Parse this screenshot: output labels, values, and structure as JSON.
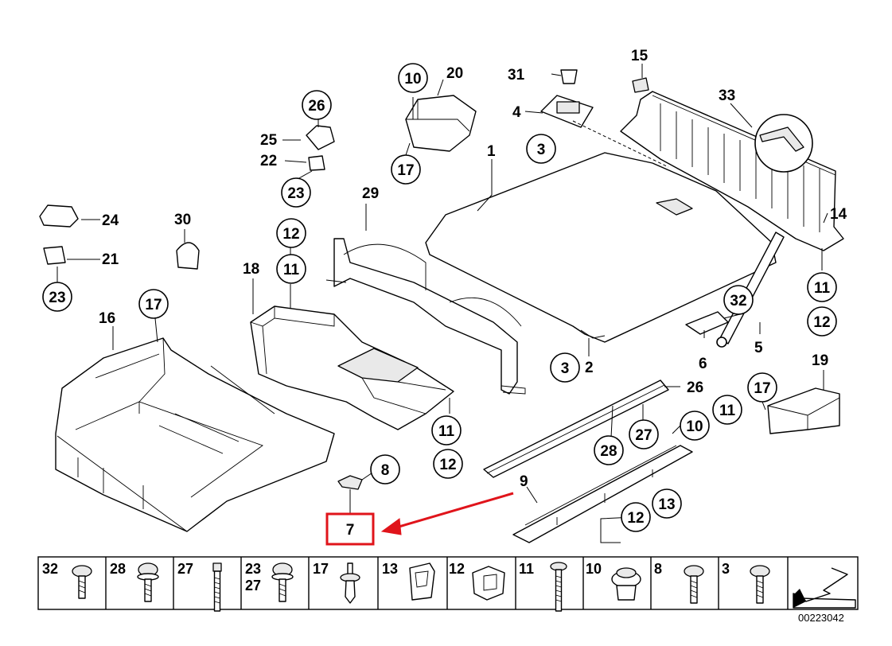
{
  "callouts": {
    "c1": "1",
    "c2": "2",
    "c3a": "3",
    "c3b": "3",
    "c4": "4",
    "c5": "5",
    "c6": "6",
    "c7": "7",
    "c8": "8",
    "c9": "9",
    "c10a": "10",
    "c10b": "10",
    "c11a": "11",
    "c11b": "11",
    "c11c": "11",
    "c11d": "11",
    "c12a": "12",
    "c12b": "12",
    "c12c": "12",
    "c12d": "12",
    "c13": "13",
    "c14": "14",
    "c15": "15",
    "c16": "16",
    "c17a": "17",
    "c17b": "17",
    "c17c": "17",
    "c18": "18",
    "c19": "19",
    "c20": "20",
    "c21": "21",
    "c22": "22",
    "c23a": "23",
    "c23b": "23",
    "c24": "24",
    "c25": "25",
    "c26a": "26",
    "c26b": "26",
    "c27": "27",
    "c28": "28",
    "c29": "29",
    "c30": "30",
    "c31": "31",
    "c32": "32",
    "c33": "33"
  },
  "hardware_strip": [
    {
      "label": "32",
      "icon": "screw-icon"
    },
    {
      "label": "28",
      "icon": "flange-screw-icon"
    },
    {
      "label": "27",
      "icon": "long-bolt-icon"
    },
    {
      "label": "23\n27",
      "icon": "flange-screw-icon"
    },
    {
      "label": "17",
      "icon": "expanding-rivet-icon"
    },
    {
      "label": "13",
      "icon": "spring-clip-icon"
    },
    {
      "label": "12",
      "icon": "plastic-nut-icon"
    },
    {
      "label": "11",
      "icon": "long-bolt-icon"
    },
    {
      "label": "10",
      "icon": "grommet-icon"
    },
    {
      "label": "8",
      "icon": "screw-icon"
    },
    {
      "label": "3",
      "icon": "screw-icon"
    },
    {
      "label": "",
      "icon": "direction-arrow-icon"
    }
  ],
  "highlight": {
    "part": "7",
    "color": "#e0141b"
  },
  "document_number": "00223042"
}
